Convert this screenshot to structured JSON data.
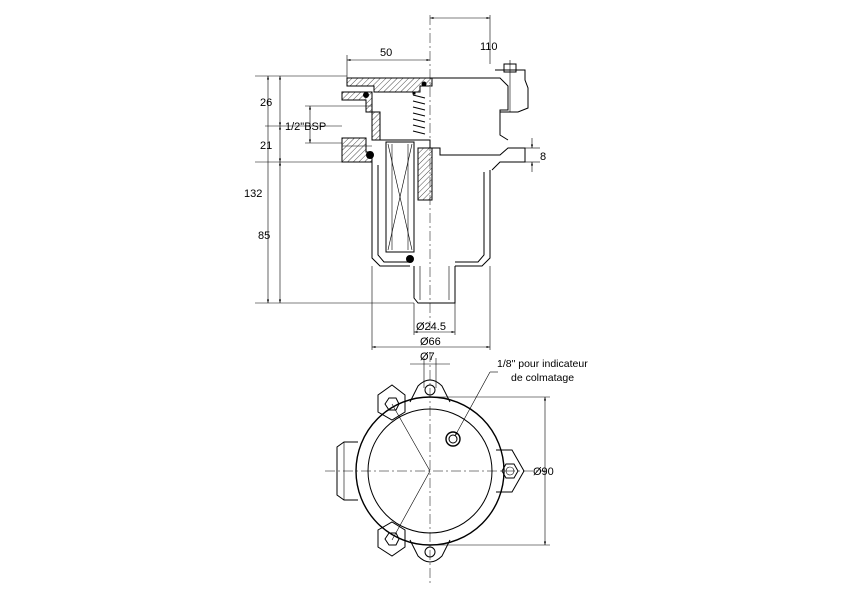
{
  "dimensions": {
    "d110": "110",
    "d50": "50",
    "d26": "26",
    "d_bsp": "1/2\"BSP",
    "d21": "21",
    "d8": "8",
    "d132": "132",
    "d85": "85",
    "d_24_5": "Ø24.5",
    "d_66": "Ø66",
    "d_7": "Ø7",
    "d_90": "Ø90"
  },
  "notes": {
    "indicator_line1": "1/8\" pour indicateur",
    "indicator_line2": "de colmatage"
  }
}
